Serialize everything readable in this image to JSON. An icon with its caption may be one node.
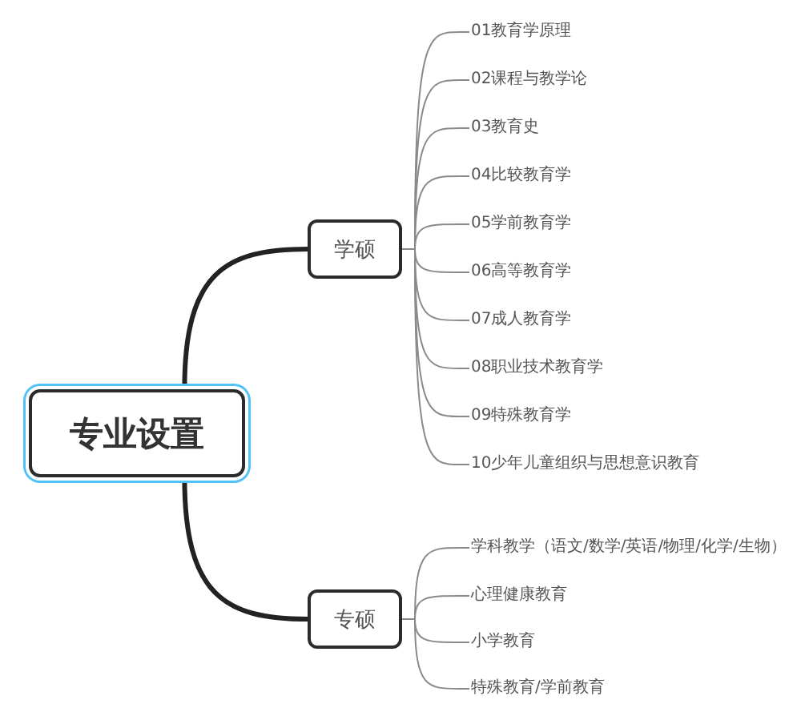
{
  "diagram": {
    "nodes": [
      {
        "text": [
          "专业设置"
        ]
      },
      {
        "text": [
          "学硕"
        ]
      },
      {
        "text": [
          "01教育学原理"
        ]
      },
      {
        "text": [
          "02课程与教学论"
        ]
      },
      {
        "text": [
          "03教育史"
        ]
      },
      {
        "text": [
          "04比较教育学"
        ]
      },
      {
        "text": [
          "05学前教育学"
        ]
      },
      {
        "text": [
          "06高等教育学"
        ]
      },
      {
        "text": [
          "07成人教育学"
        ]
      },
      {
        "text": [
          "08职业技术教育学"
        ]
      },
      {
        "text": [
          "09特殊教育学"
        ]
      },
      {
        "text": [
          "10少年儿童组织与思想意识教育"
        ]
      },
      {
        "text": [
          "专硕"
        ]
      },
      {
        "text": [
          "学科教学（语文/数学/英语/物理/化学/生物）"
        ]
      },
      {
        "text": [
          "心理健康教育"
        ]
      },
      {
        "text": [
          "小学教育"
        ]
      },
      {
        "text": [
          "特殊教育/学前教育"
        ]
      }
    ],
    "edges": [
      {
        "from": 0,
        "to": 1,
        "arrow": "none",
        "style": "thick",
        "color": "#222222"
      },
      {
        "from": 0,
        "to": 12,
        "arrow": "none",
        "style": "thick",
        "color": "#222222"
      },
      {
        "from": 1,
        "to": 2,
        "arrow": "none"
      },
      {
        "from": 1,
        "to": 3,
        "arrow": "none"
      },
      {
        "from": 1,
        "to": 4,
        "arrow": "none"
      },
      {
        "from": 1,
        "to": 5,
        "arrow": "none"
      },
      {
        "from": 1,
        "to": 6,
        "arrow": "none"
      },
      {
        "from": 1,
        "to": 7,
        "arrow": "none"
      },
      {
        "from": 1,
        "to": 8,
        "arrow": "none"
      },
      {
        "from": 1,
        "to": 9,
        "arrow": "none"
      },
      {
        "from": 1,
        "to": 10,
        "arrow": "none"
      },
      {
        "from": 1,
        "to": 11,
        "arrow": "none"
      },
      {
        "from": 12,
        "to": 13,
        "arrow": "none"
      },
      {
        "from": 12,
        "to": 14,
        "arrow": "none"
      },
      {
        "from": 12,
        "to": 15,
        "arrow": "none"
      },
      {
        "from": 12,
        "to": 16,
        "arrow": "none"
      }
    ]
  }
}
